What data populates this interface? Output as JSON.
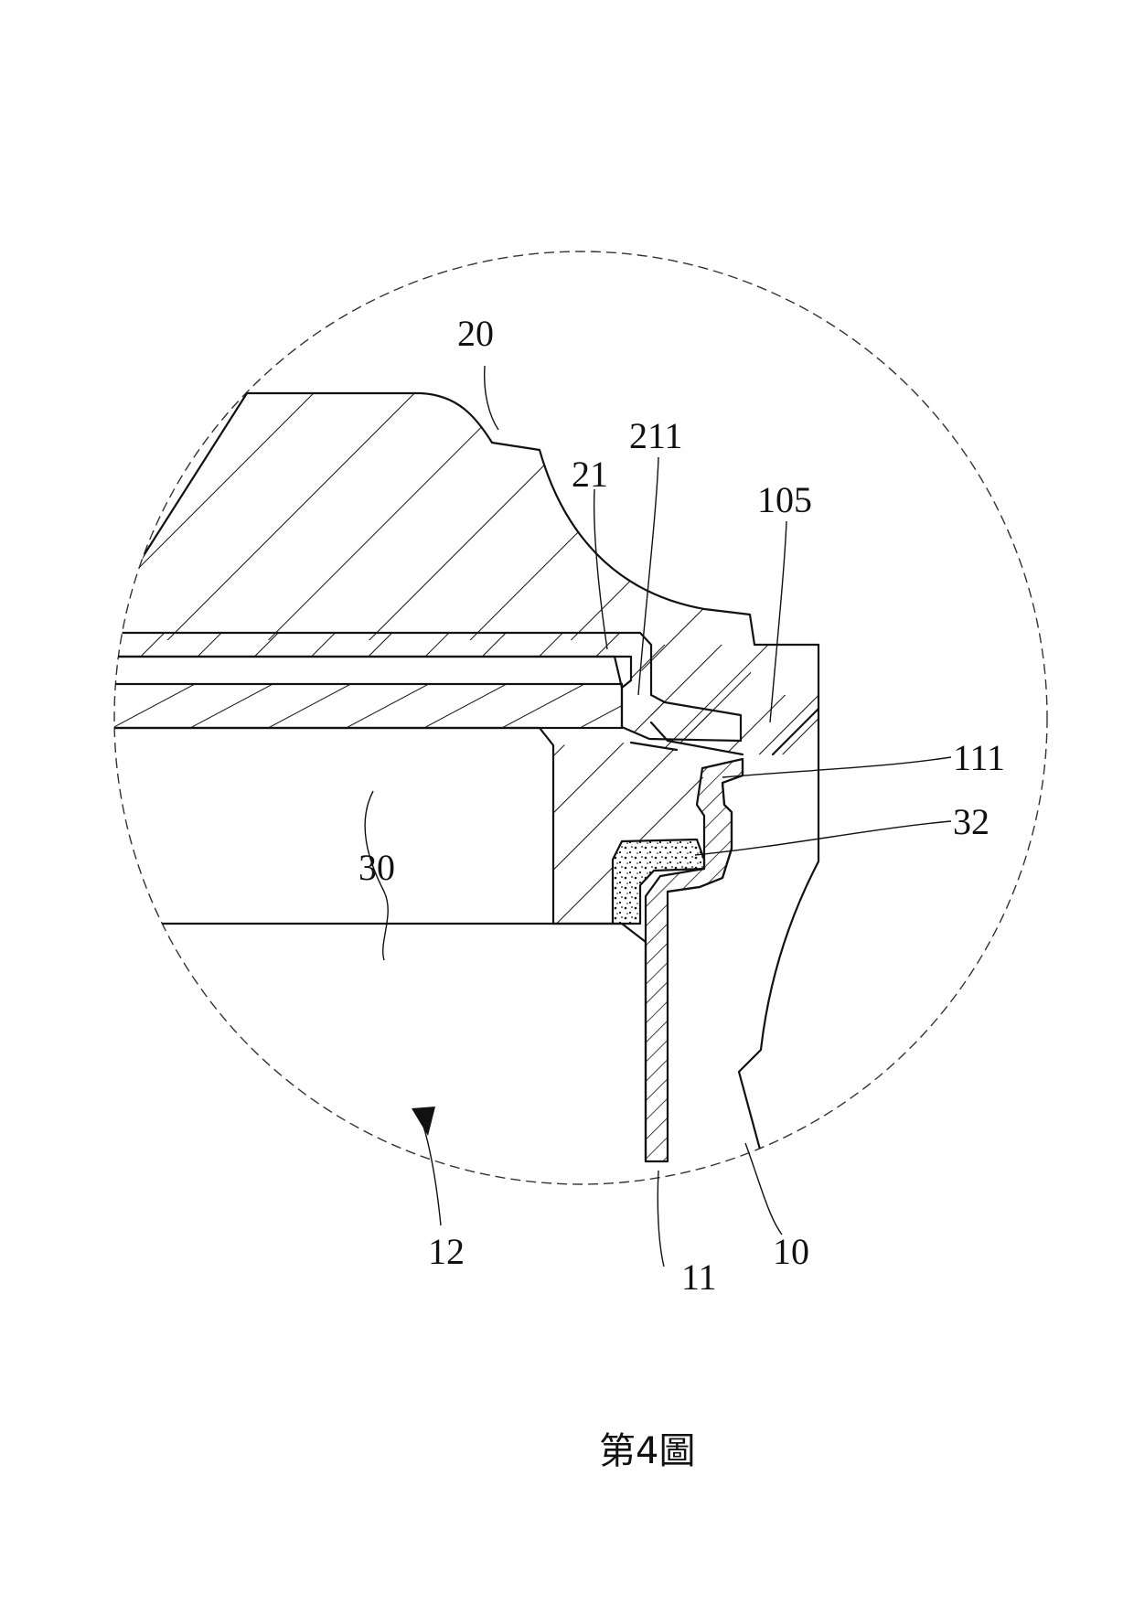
{
  "figure": {
    "caption": "第4圖",
    "labels": {
      "l20": "20",
      "l211": "211",
      "l21": "21",
      "l105": "105",
      "l111": "111",
      "l32": "32",
      "l30": "30",
      "l12": "12",
      "l11": "11",
      "l10": "10"
    }
  }
}
